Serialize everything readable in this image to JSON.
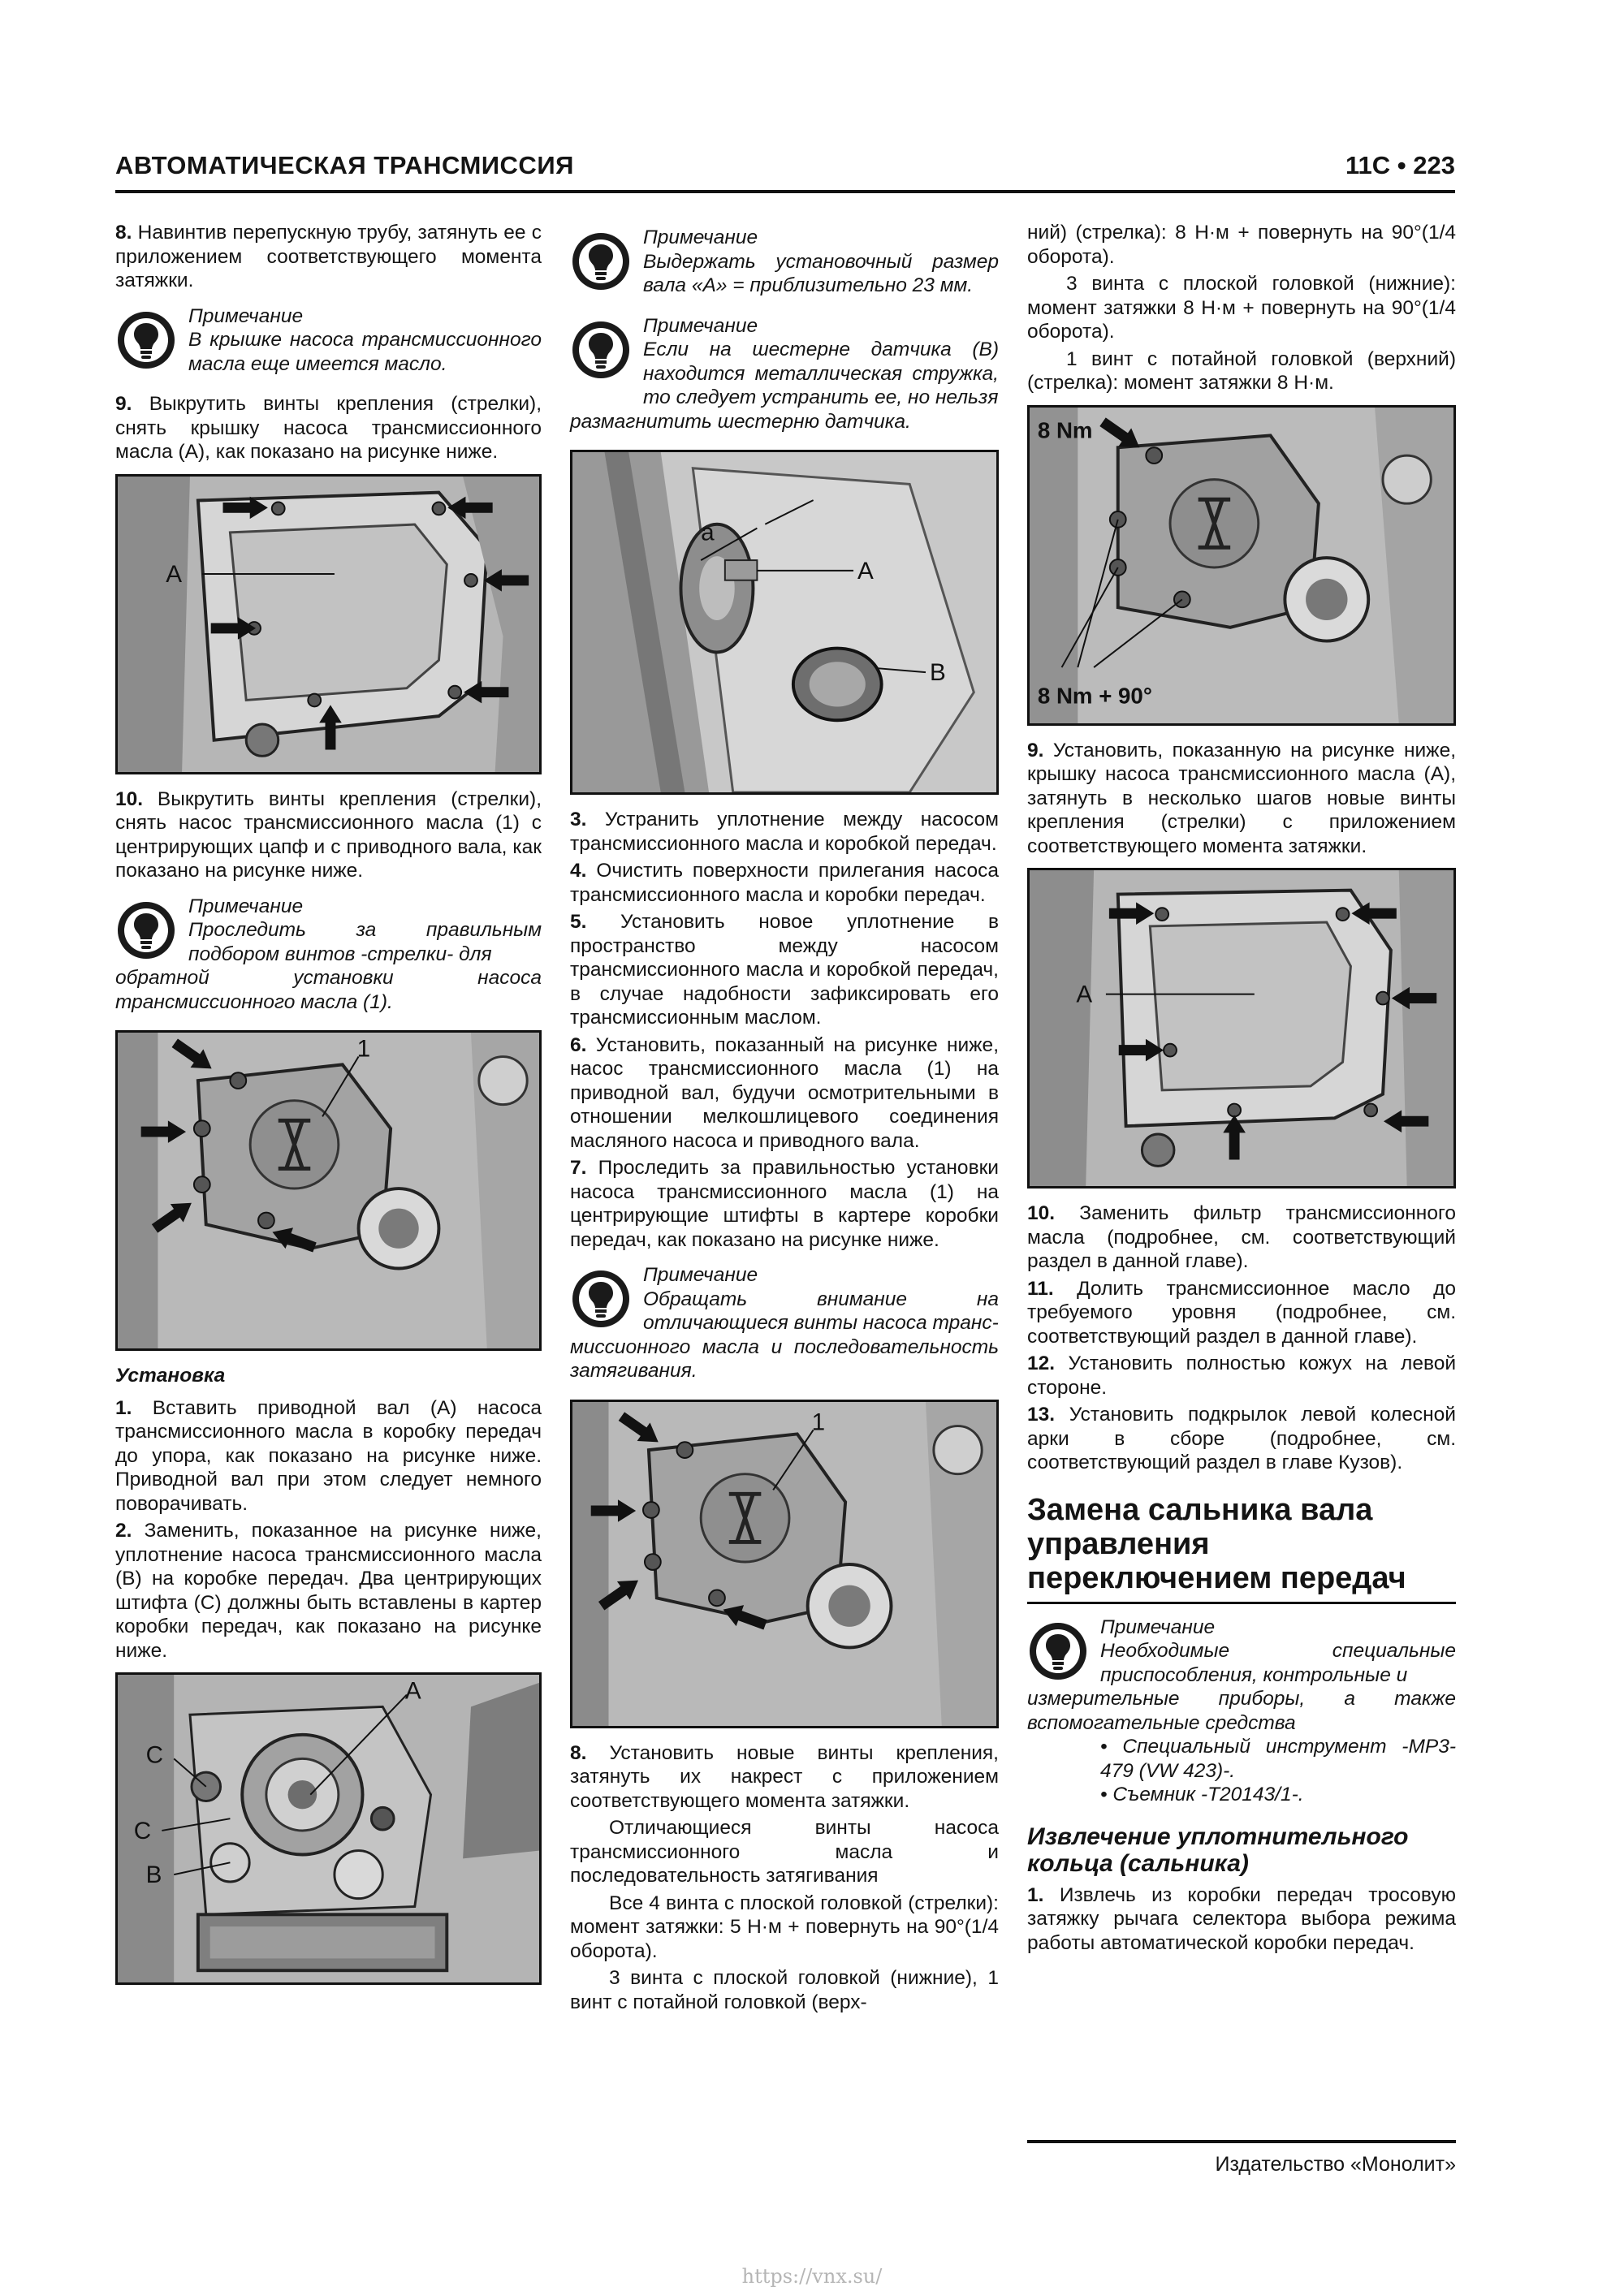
{
  "header": {
    "title": "АВТОМАТИЧЕСКАЯ ТРАНСМИССИЯ",
    "page": "11С • 223"
  },
  "col1": {
    "s8": {
      "num": "8.",
      "text": "Навинтив перепускную трубу, затянуть ее с приложением соответствующего момента затяжки."
    },
    "note1": {
      "title": "Примечание",
      "text": "В крышке насоса трансмиссионного масла еще имеется масло."
    },
    "s9": {
      "num": "9.",
      "text": "Выкрутить винты крепления (стрелки), снять крышку насоса трансмиссионного масла (А), как показано на рисунке ниже."
    },
    "fig1": {
      "label_a": "A"
    },
    "s10": {
      "num": "10.",
      "text": "Выкрутить винты крепления (стрелки), снять насос трансмиссионного масла (1) с центрирующих цапф и с приводного вала, как показано на рисунке ниже."
    },
    "note2": {
      "title": "Примечание",
      "text_a": "Проследить за правильным подбором винтов -стрелки- для",
      "text_b": "обратной установки насоса трансмиссионного масла (1)."
    },
    "fig2": {
      "label_1": "1"
    },
    "install_title": "Установка",
    "i1": {
      "num": "1.",
      "text": "Вставить приводной вал (А) насоса трансмиссионного масла в коробку передач до упора, как показано на рисунке ниже. Приводной вал при этом следует немного поворачивать."
    },
    "i2": {
      "num": "2.",
      "text": "Заменить, показанное на рисунке ниже, уплотнение насоса трансмиссионного масла (В) на коробке передач. Два центрирующих штифта (С) должны быть вставлены в картер коробки передач, как показано на рисунке ниже."
    },
    "fig3": {
      "label_a": "A",
      "label_c1": "C",
      "label_c2": "C",
      "label_b": "B"
    }
  },
  "col2": {
    "note3": {
      "title": "Примечание",
      "text": "Выдержать установочный размер вала «А» = приблизительно 23 мм."
    },
    "note4": {
      "title": "Примечание",
      "text_a": "Если на шестерне датчика (В) находится металлическая стружка, то следует устранить ее, но нельзя",
      "text_b": "размагнитить шестерню датчика."
    },
    "fig4": {
      "label_a": "a",
      "label_A": "A",
      "label_B": "B"
    },
    "s3": {
      "num": "3.",
      "text": "Устранить уплотнение между насосом трансмиссионного масла и коробкой передач."
    },
    "s4": {
      "num": "4.",
      "text": "Очистить поверхности прилегания насоса трансмиссионного масла и коробки передач."
    },
    "s5": {
      "num": "5.",
      "text": "Установить новое уплотнение в пространство между насосом трансмиссионного масла и коробкой передач, в случае надобности зафиксировать его трансмиссионным маслом."
    },
    "s6": {
      "num": "6.",
      "text": "Установить, показанный на рисунке ниже, насос трансмиссионного масла (1) на приводной вал, будучи осмотрительными в отношении мелкошлицевого соединения масляного насоса и приводного вала."
    },
    "s7": {
      "num": "7.",
      "text": "Проследить за правильностью установки насоса трансмиссионного масла (1) на центрирующие штифты в картере коробки передач, как показано на рисунке ниже."
    },
    "note5": {
      "title": "Примечание",
      "text_a": "Обращать внимание на отличающиеся винты насоса транс-",
      "text_b": "миссионного масла и последовательность затягивания."
    },
    "fig5": {
      "label_1": "1"
    },
    "s8": {
      "num": "8.",
      "text": "Установить новые винты крепления, затянуть их накрест с приложением соответствующего момента затяжки."
    },
    "p1": "Отличающиеся винты насоса трансмиссионного масла и последовательность затягивания",
    "p2": "Все 4 винта с плоской головкой (стрелки): момент затяжки: 5 Н·м + повернуть на 90°(1/4 оборота).",
    "p3": "3 винта с плоской головкой (нижние), 1 винт с потайной головкой (верх-"
  },
  "col3": {
    "p0": "ний) (стрелка): 8 Н·м + повернуть на 90°(1/4 оборота).",
    "p1": "3 винта с плоской головкой (нижние): момент затяжки 8 Н·м + повернуть на 90°(1/4 оборота).",
    "p2": "1 винт с потайной головкой (верхний) (стрелка): момент затяжки 8 Н·м.",
    "fig6": {
      "label_top": "8 Nm",
      "label_bottom": "8 Nm + 90°"
    },
    "s9": {
      "num": "9.",
      "text": "Установить, показанную на рисунке ниже, крышку насоса трансмиссионного масла (А), затянуть в несколько шагов новые винты крепления (стрелки) с приложением соответствующего момента затяжки."
    },
    "fig7": {
      "label_a": "A"
    },
    "s10": {
      "num": "10.",
      "text": "Заменить фильтр трансмиссионного масла (подробнее, см. соответствующий раздел в данной главе)."
    },
    "s11": {
      "num": "11.",
      "text": "Долить трансмиссионное масло до требуемого уровня (подробнее, см. соответствующий раздел в данной главе)."
    },
    "s12": {
      "num": "12.",
      "text": "Установить полностью кожух на левой стороне."
    },
    "s13": {
      "num": "13.",
      "text": "Установить подкрылок левой колесной арки в сборе (подробнее, см. соответствующий раздел в главе Кузов)."
    },
    "section_title": "Замена сальника вала управления переключением передач",
    "note6": {
      "title": "Примечание",
      "text_a": "Необходимые специальные приспособления, контрольные и",
      "text_b": "измерительные приборы, а также вспомогательные средства",
      "b1": "• Специальный инструмент -МР3-479 (VW 423)-.",
      "b2": "• Съемник -Т20143/1-."
    },
    "sub_title": "Извлечение уплотнительного кольца (сальника)",
    "s1": {
      "num": "1.",
      "text": "Извлечь из коробки передач тросовую затяжку рычага селектора выбора режима работы автоматической коробки передач."
    }
  },
  "footer": "Издательство «Монолит»",
  "url": "https://vnx.su/"
}
